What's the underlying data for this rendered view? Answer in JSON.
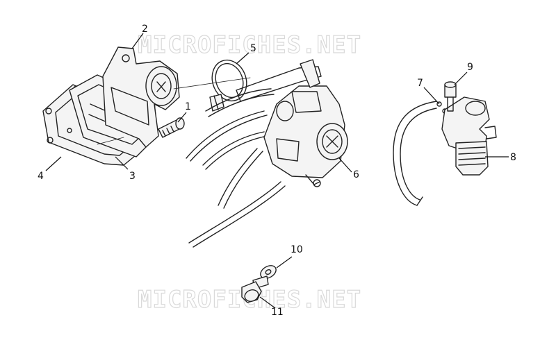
{
  "watermark": "MICROFICHES.NET",
  "callouts": [
    {
      "id": "1",
      "label": "1"
    },
    {
      "id": "2",
      "label": "2"
    },
    {
      "id": "3",
      "label": "3"
    },
    {
      "id": "4",
      "label": "4"
    },
    {
      "id": "5",
      "label": "5"
    },
    {
      "id": "6",
      "label": "6"
    },
    {
      "id": "7",
      "label": "7"
    },
    {
      "id": "8",
      "label": "8"
    },
    {
      "id": "9",
      "label": "9"
    },
    {
      "id": "10",
      "label": "10"
    },
    {
      "id": "11",
      "label": "11"
    }
  ]
}
